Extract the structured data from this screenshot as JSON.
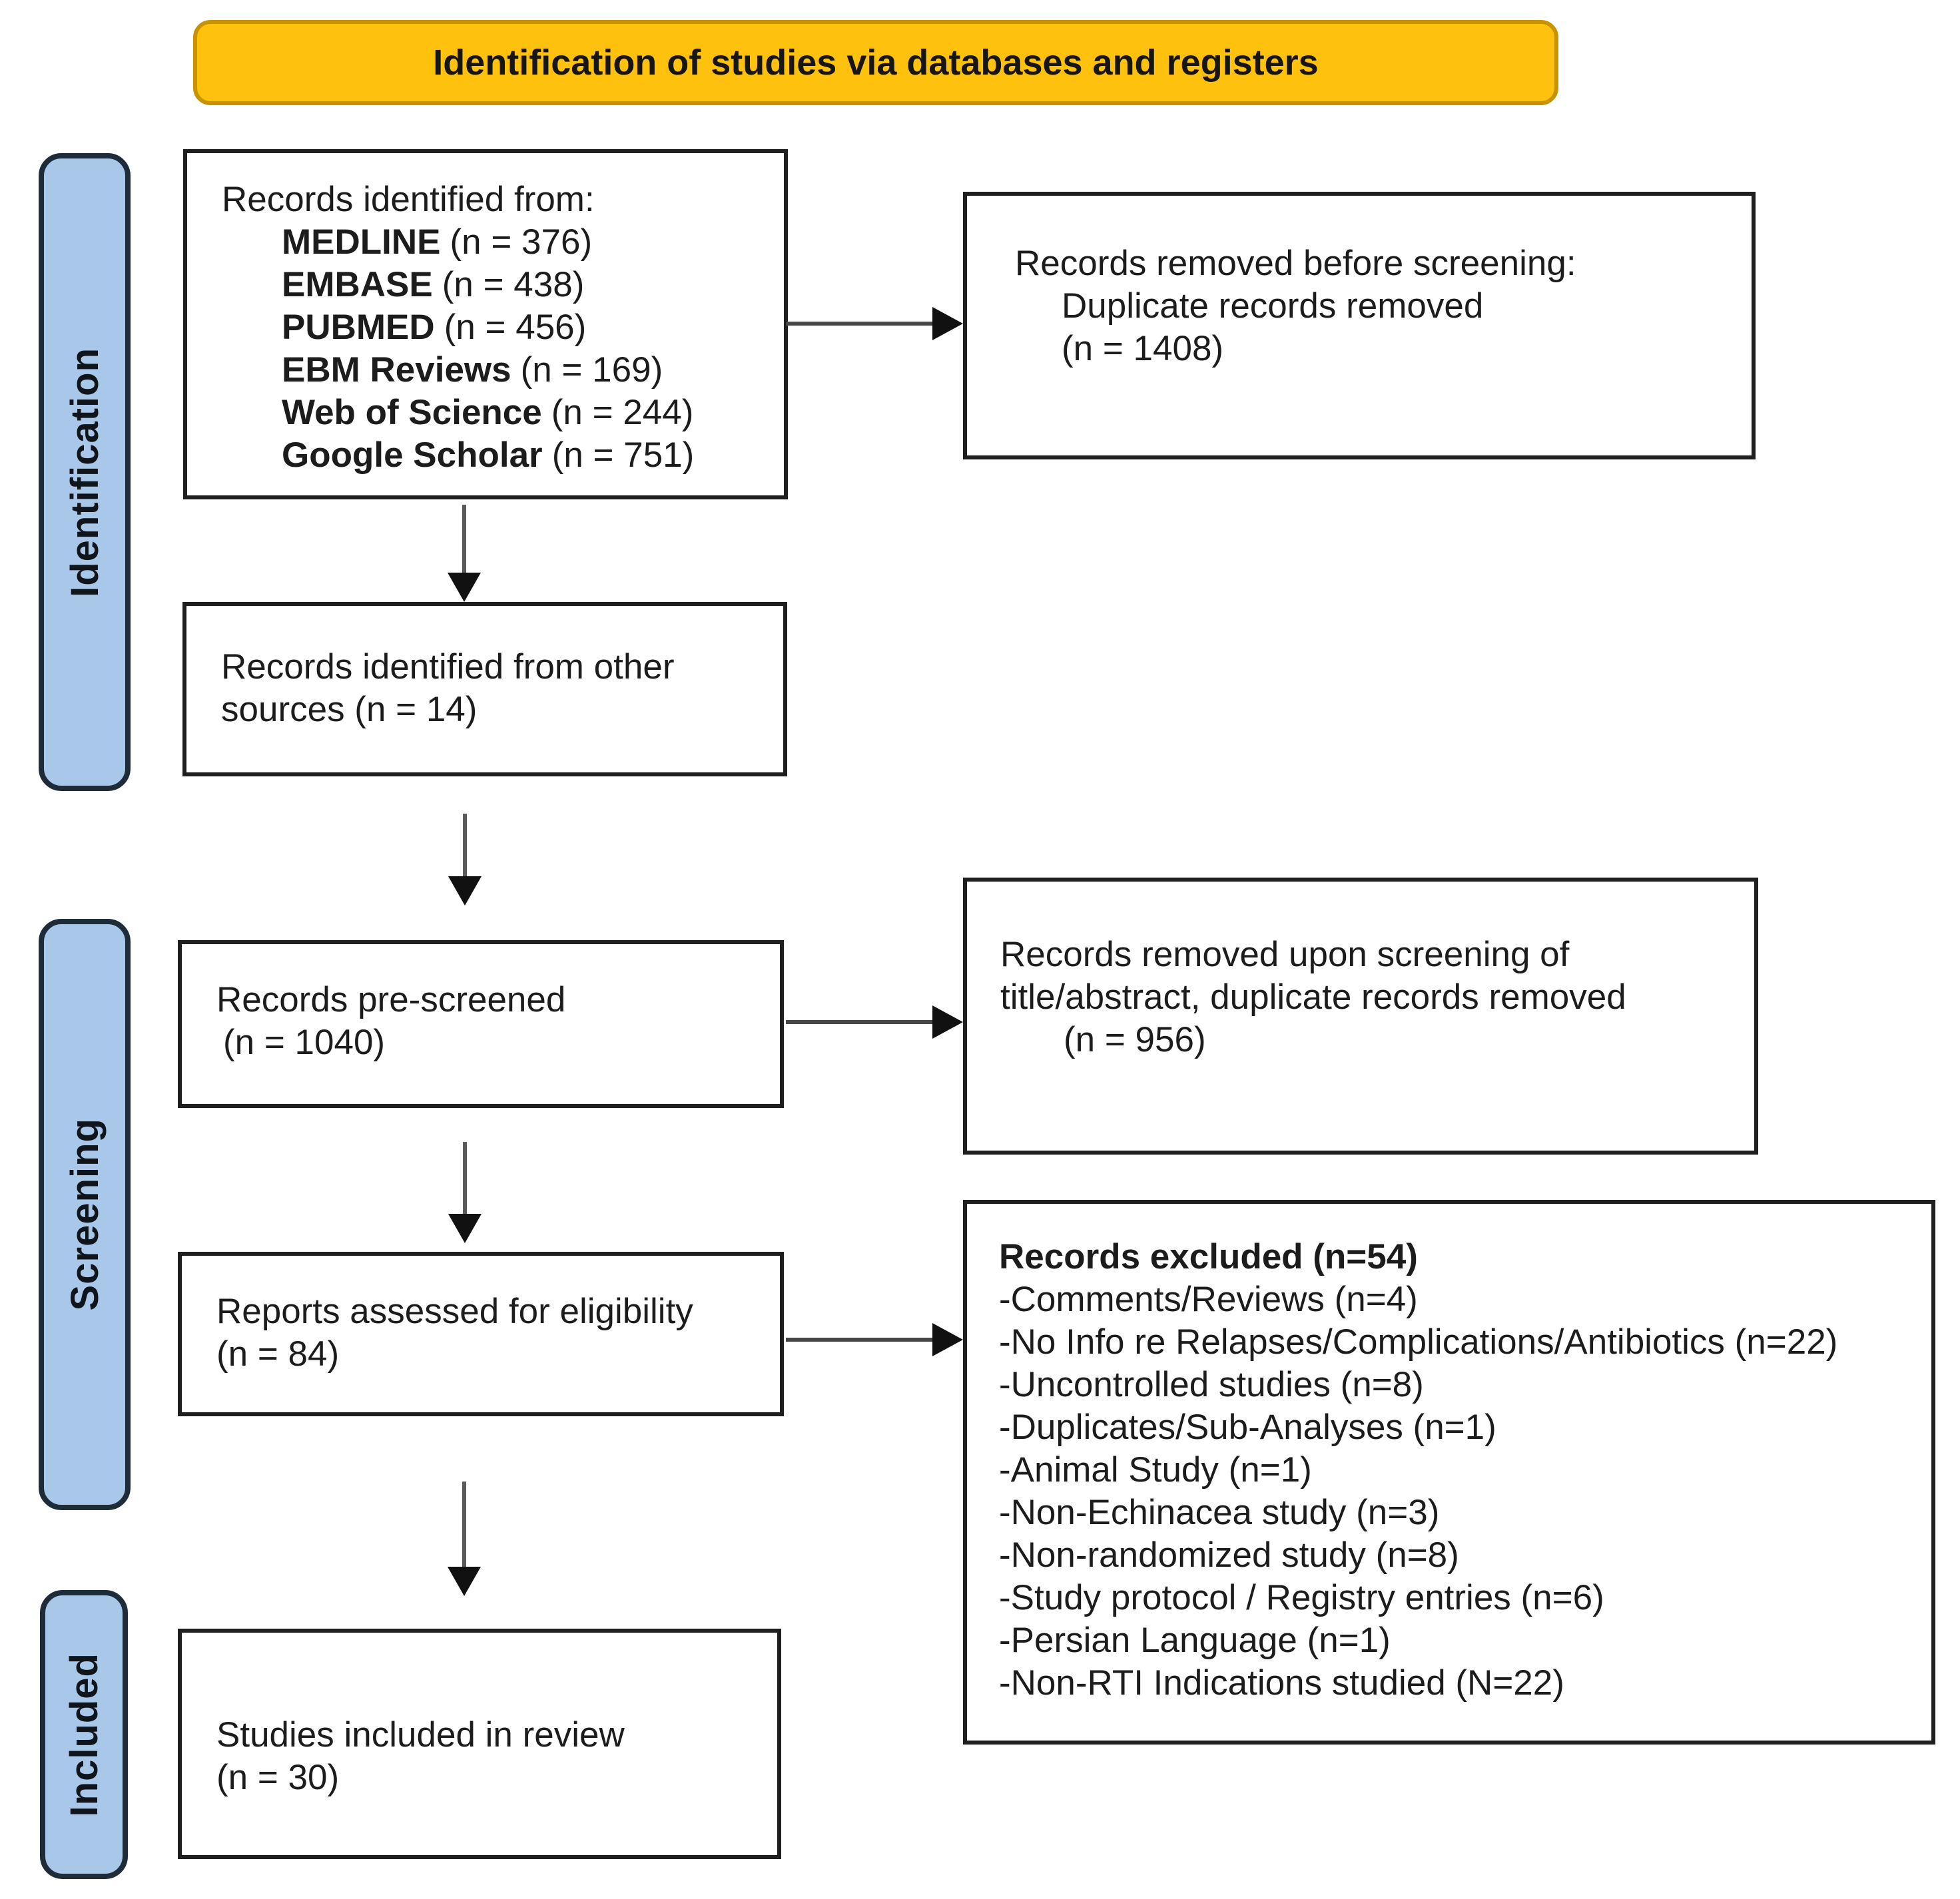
{
  "banner": {
    "title": "Identification of studies via databases and registers"
  },
  "stages": [
    {
      "label": "Identification"
    },
    {
      "label": "Screening"
    },
    {
      "label": "Included"
    }
  ],
  "boxes": {
    "records_identified": {
      "intro": "Records identified from:",
      "sources": [
        {
          "name": "MEDLINE",
          "count": "(n = 376)"
        },
        {
          "name": "EMBASE",
          "count": "(n = 438)"
        },
        {
          "name": "PUBMED",
          "count": "(n = 456)"
        },
        {
          "name": "EBM Reviews",
          "count": "(n = 169)"
        },
        {
          "name": "Web of Science",
          "count": "(n = 244)"
        },
        {
          "name": "Google Scholar",
          "count": "(n = 751)"
        }
      ]
    },
    "removed_before_screening": {
      "line1": "Records removed before screening:",
      "line2": "Duplicate records removed",
      "line3": "(n = 1408)"
    },
    "other_sources": {
      "line1": "Records identified from other",
      "line2": "sources (n = 14)"
    },
    "pre_screened": {
      "line1": "Records pre-screened",
      "line2": "(n = 1040)"
    },
    "removed_upon_screening": {
      "line1": "Records removed upon screening of",
      "line2": "title/abstract, duplicate records removed",
      "line3": "(n = 956)"
    },
    "assessed_eligibility": {
      "line1": "Reports assessed for eligibility",
      "line2": "(n = 84)"
    },
    "excluded": {
      "header": "Records excluded (n=54)",
      "items": [
        "-Comments/Reviews (n=4)",
        "-No Info re Relapses/Complications/Antibiotics (n=22)",
        "-Uncontrolled studies (n=8)",
        "-Duplicates/Sub-Analyses (n=1)",
        "-Animal Study (n=1)",
        "-Non-Echinacea study (n=3)",
        "-Non-randomized study (n=8)",
        "-Study protocol / Registry entries (n=6)",
        "-Persian Language (n=1)",
        "-Non-RTI Indications studied (N=22)"
      ]
    },
    "included_studies": {
      "line1": "Studies included in review",
      "line2": "(n = 30)"
    }
  },
  "colors": {
    "banner_fill": "#FEC20E",
    "banner_border": "#C79400",
    "stage_fill": "#A9C7E9",
    "stage_border": "#1E2B38",
    "box_border": "#1F1F1F",
    "text": "#1C1C1C",
    "arrow_line": "#5A5A5A",
    "arrow_head": "#111111"
  }
}
